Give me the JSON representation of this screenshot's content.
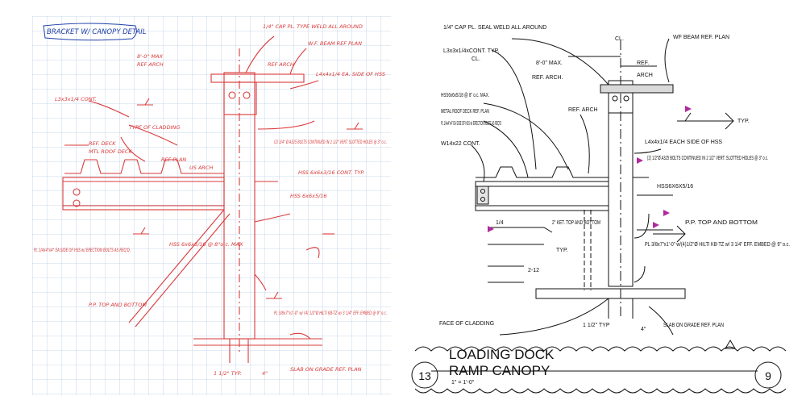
{
  "sketch": {
    "title": "BRACKET W/ CANOPY DETAIL",
    "notes": {
      "cap_pl": "1/4\" CAP PL. TYPE WELD ALL AROUND",
      "wf_beam": "W.F. BEAM REF PLAN",
      "max": "8'-0\" MAX",
      "ref_arch": "REF ARCH",
      "l4x4": "L4x4x1/4 EA. SIDE OF HSS",
      "ref_arch2": "REF ARCH",
      "l3x3": "L3x3x1/4 CONT.",
      "type_of_cladding": "TYPE OF CLADDING",
      "metal_roof_deck": "MTL ROOF DECK",
      "ref_plan": "REF PLAN",
      "ref_deck": "REF. DECK",
      "us_arch": "US ARCH",
      "bolts": "(2) 3/4\" Ø A325 BOLTS CONTINUED IN 2 1/2\" VERT. SLOTTED HOLES @ 3\" o.c.",
      "hss_cont": "HSS 6x6x3/16 CONT. TYP.",
      "hss_6x6": "HSS 6x6x5/16",
      "pl_14_4": "PL 1/4x4\"x4\" EA SIDE OF HSS w/ ERECTION BOLTS AS REQ'D.",
      "hss_note": "HSS 6x6x5/16 @ 8\"o.c. MAX",
      "pp": "P.P. TOP AND BOTTOM",
      "pl_38": "PL 3/8x7\"x1'-0\" w/ (4) 1/2\"Ø HILTI KB-TZ w/ 3 1/4\" EFF. EMBED @ 9\" o.c.",
      "slab": "SLAB ON GRADE REF. PLAN",
      "dim_a": "1 1/2\" TYP.",
      "dim_b": "4\""
    }
  },
  "cad": {
    "notes": {
      "cap_pl": "1/4\" CAP PL. SEAL WELD ALL AROUND",
      "l3x3": "L3x3x1/4xCONT. TYP.",
      "cl_top": "CL.",
      "cl_left": "CL.",
      "wf_beam": "WF BEAM REF. PLAN",
      "max": "8'-0\" MAX.",
      "ref": "REF.",
      "arch": "ARCH",
      "ref_arch": "REF. ARCH.",
      "ref_arch2": "REF. ARCH",
      "hss_8oc": "HSS6x6x5/18 @ 8\" o.c. MAX.",
      "metal_roof": "METAL ROOF DECK REF. PLAN",
      "pl_14": "PL 1/4x4\"x4\" EA SIDE OF HSS w/ ERECTION BOLTS AS REQ'D",
      "w14": "W14x22 CONT.",
      "l4x4": "L4x4x1/4 EACH SIDE OF HSS",
      "bolts": "(2) 1/2\"Ø A325 BOLTS CONTINUED IN 2 1/2\" VERT. SLOTTED HOLES @ 3\" o.c.",
      "hss_6x6": "HSS6X6X5/16",
      "ket": "2\" KET. TOP AND BOTTOM",
      "typ": "TYP.",
      "typ2": "TYP.",
      "pp": "P.P. TOP AND BOTTOM",
      "pl_38": "PL 3/8x7\"x1'-0\" w/(4)1/2\"Ø HILTI KB-TZ w/ 3 1/4\" EFF. EMBED @ 9\" o.c.",
      "face": "FACE OF CLADDING",
      "dim_a": "1 1/2\" TYP",
      "dim_b": "4\"",
      "slab": "SLAB ON GRADE REF. PLAN",
      "w14_frac": "1/4",
      "w212": "2-12"
    },
    "title_line1": "LOADING DOCK",
    "title_line2": "RAMP CANOPY",
    "scale": "1\" = 1'-0\"",
    "detail_number": "13",
    "sheet_number": "9"
  }
}
